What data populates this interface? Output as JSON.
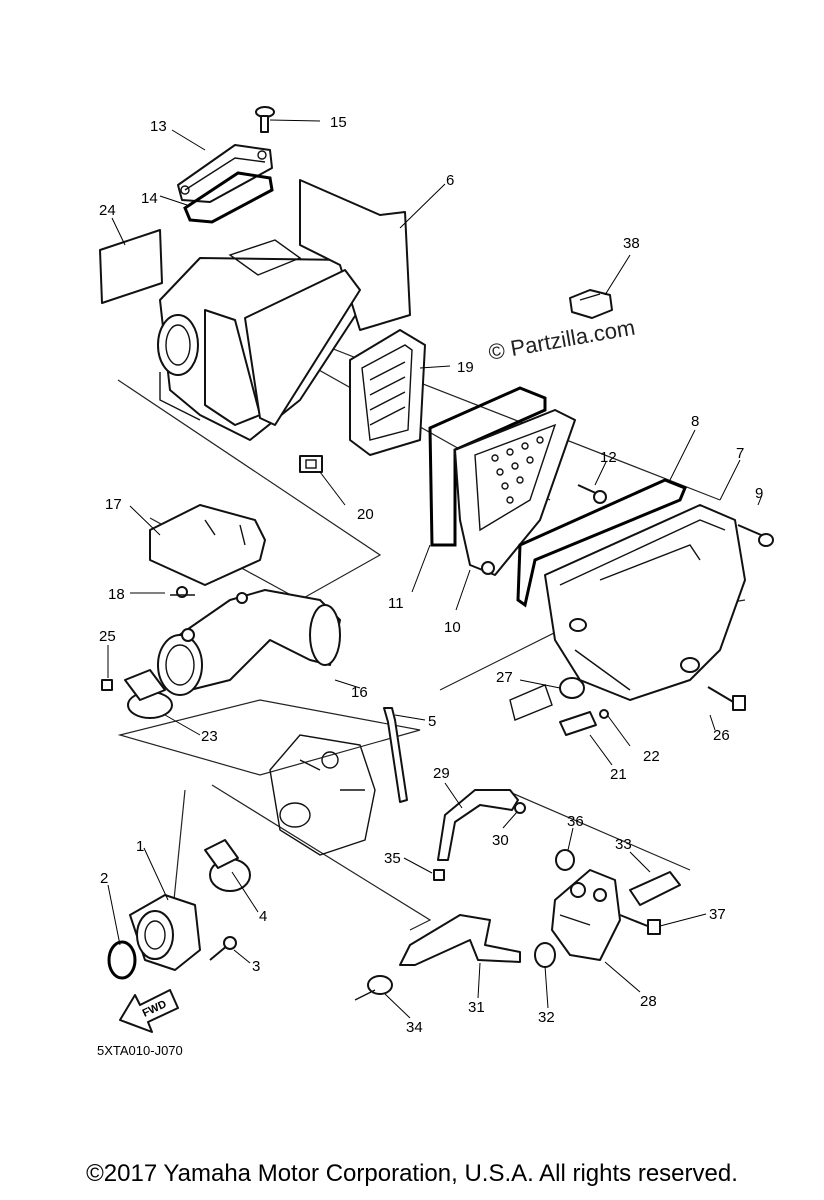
{
  "diagram": {
    "watermark": "© Partzilla.com",
    "drawing_code": "5XTA010-J070",
    "fwd_label": "FWD",
    "copyright": "©2017 Yamaha Motor Corporation, U.S.A. All rights reserved.",
    "callouts": [
      {
        "id": "p1",
        "label": "1"
      },
      {
        "id": "p2",
        "label": "2"
      },
      {
        "id": "p3",
        "label": "3"
      },
      {
        "id": "p4",
        "label": "4"
      },
      {
        "id": "p5",
        "label": "5"
      },
      {
        "id": "p6",
        "label": "6"
      },
      {
        "id": "p7",
        "label": "7"
      },
      {
        "id": "p8",
        "label": "8"
      },
      {
        "id": "p9",
        "label": "9"
      },
      {
        "id": "p10",
        "label": "10"
      },
      {
        "id": "p11",
        "label": "11"
      },
      {
        "id": "p12",
        "label": "12"
      },
      {
        "id": "p13",
        "label": "13"
      },
      {
        "id": "p14",
        "label": "14"
      },
      {
        "id": "p15",
        "label": "15"
      },
      {
        "id": "p16",
        "label": "16"
      },
      {
        "id": "p17",
        "label": "17"
      },
      {
        "id": "p18",
        "label": "18"
      },
      {
        "id": "p19",
        "label": "19"
      },
      {
        "id": "p20",
        "label": "20"
      },
      {
        "id": "p21",
        "label": "21"
      },
      {
        "id": "p22",
        "label": "22"
      },
      {
        "id": "p23",
        "label": "23"
      },
      {
        "id": "p24",
        "label": "24"
      },
      {
        "id": "p25",
        "label": "25"
      },
      {
        "id": "p26",
        "label": "26"
      },
      {
        "id": "p27",
        "label": "27"
      },
      {
        "id": "p28",
        "label": "28"
      },
      {
        "id": "p29",
        "label": "29"
      },
      {
        "id": "p30",
        "label": "30"
      },
      {
        "id": "p31",
        "label": "31"
      },
      {
        "id": "p32",
        "label": "32"
      },
      {
        "id": "p33",
        "label": "33"
      },
      {
        "id": "p34",
        "label": "34"
      },
      {
        "id": "p35",
        "label": "35"
      },
      {
        "id": "p36",
        "label": "36"
      },
      {
        "id": "p37",
        "label": "37"
      },
      {
        "id": "p38",
        "label": "38"
      }
    ]
  }
}
